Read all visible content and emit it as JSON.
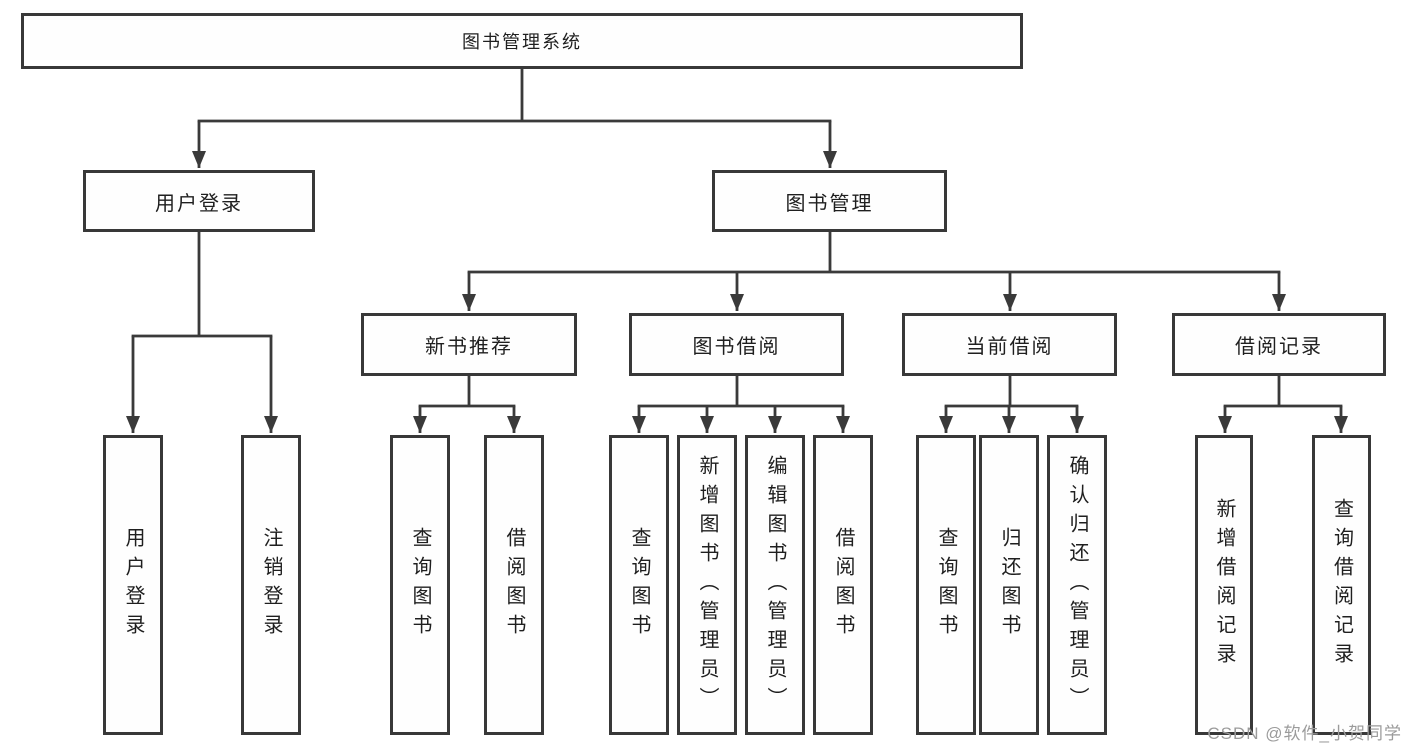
{
  "diagram": {
    "title": "图书管理系统",
    "level2": {
      "user_login": "用户登录",
      "book_mgmt": "图书管理"
    },
    "level3": {
      "new_books": "新书推荐",
      "book_borrow": "图书借阅",
      "current_borrow": "当前借阅",
      "borrow_records": "借阅记录"
    },
    "leaves": {
      "user_login": [
        "用户登录",
        "注销登录"
      ],
      "new_books": [
        "查询图书",
        "借阅图书"
      ],
      "book_borrow": [
        "查询图书",
        "新增图书（管理员）",
        "编辑图书（管理员）",
        "借阅图书"
      ],
      "current_borrow": [
        "查询图书",
        "归还图书",
        "确认归还（管理员）"
      ],
      "borrow_records": [
        "新增借阅记录",
        "查询借阅记录"
      ]
    }
  },
  "watermark": {
    "text": "CSDN @软件_小贺同学"
  },
  "colors": {
    "line": "#3a3a3a",
    "box_border": "#383838",
    "text": "#1f1f1f",
    "watermark": "#9b9b9b",
    "background": "#ffffff"
  }
}
